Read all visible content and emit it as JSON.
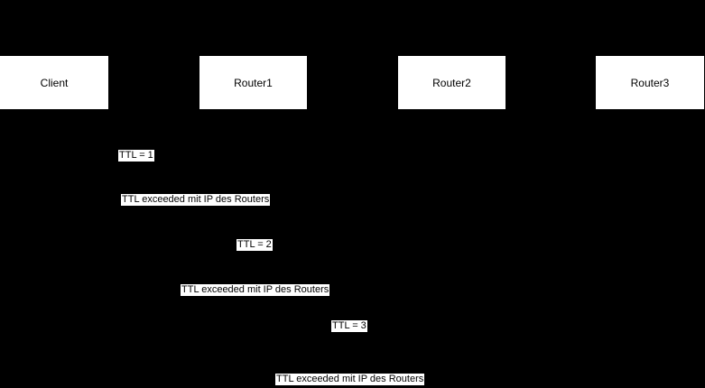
{
  "diagram": {
    "type": "sequence-diagram",
    "topic": "traceroute TTL exchange",
    "colors": {
      "background": "#000000",
      "box_fill": "#ffffff",
      "text": "#000000"
    },
    "actors": [
      {
        "label": "Client"
      },
      {
        "label": "Router1"
      },
      {
        "label": "Router2"
      },
      {
        "label": "Router3"
      }
    ],
    "messages": [
      {
        "text": "TTL = 1",
        "from": "Client",
        "to": "Router1"
      },
      {
        "text": "TTL exceeded mit IP des Routers",
        "from": "Router1",
        "to": "Client"
      },
      {
        "text": "TTL = 2",
        "from": "Client",
        "to": "Router2"
      },
      {
        "text": "TTL exceeded mit IP des Routers",
        "from": "Router2",
        "to": "Client"
      },
      {
        "text": "TTL = 3",
        "from": "Client",
        "to": "Router3"
      },
      {
        "text": "TTL exceeded mit IP des Routers",
        "from": "Router3",
        "to": "Client"
      }
    ]
  }
}
